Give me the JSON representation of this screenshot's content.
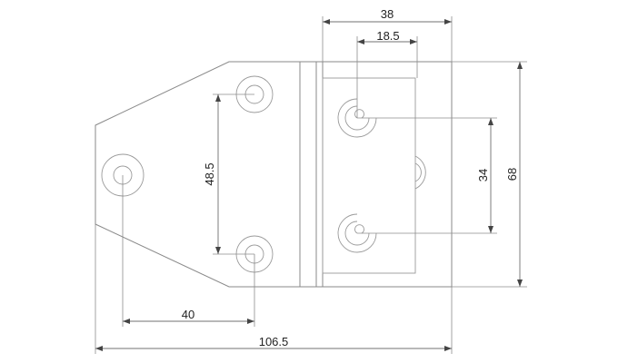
{
  "diagram": {
    "colors": {
      "outline": "#8a8a8a",
      "dimension_line": "#707070",
      "text": "#222222"
    },
    "dimensions": {
      "top_width": "38",
      "top_inner": "18.5",
      "right_height": "68",
      "right_inner": "34",
      "left_spacing": "48.5",
      "bottom_short": "40",
      "bottom_total": "106.5"
    }
  }
}
